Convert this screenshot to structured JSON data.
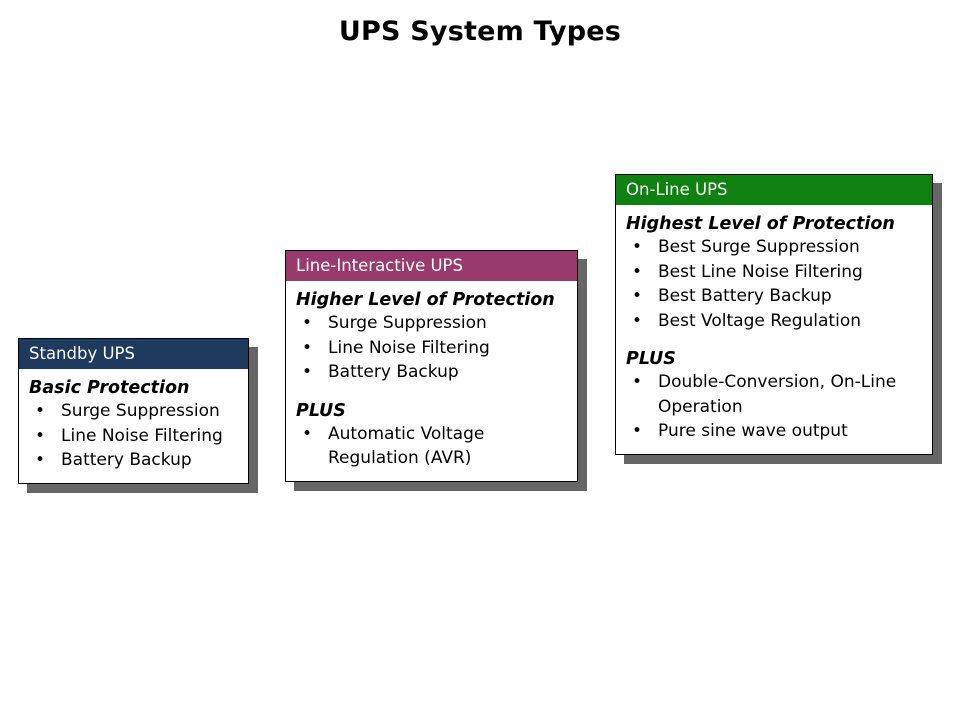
{
  "slide": {
    "title": "UPS System Types",
    "background_color": "#ffffff",
    "title_color": "#000000"
  },
  "cards": [
    {
      "id": "standby",
      "header_label": "Standby UPS",
      "header_color": "#1E3A5F",
      "header_text_color": "#ffffff",
      "sections": [
        {
          "heading": "Basic Protection",
          "bullets": [
            "Surge Suppression",
            "Line Noise Filtering",
            "Battery Backup"
          ]
        }
      ]
    },
    {
      "id": "line-interactive",
      "header_label": "Line-Interactive UPS",
      "header_color": "#993A6D",
      "header_text_color": "#ffffff",
      "sections": [
        {
          "heading": "Higher Level of Protection",
          "bullets": [
            "Surge Suppression",
            "Line Noise Filtering",
            "Battery Backup"
          ]
        },
        {
          "heading": "PLUS",
          "bullets": [
            "Automatic Voltage Regulation (AVR)"
          ]
        }
      ]
    },
    {
      "id": "online",
      "header_label": "On-Line UPS",
      "header_color": "#0E8110",
      "header_text_color": "#ffffff",
      "sections": [
        {
          "heading": "Highest Level of Protection",
          "bullets": [
            "Best Surge Suppression",
            "Best Line Noise Filtering",
            "Best Battery Backup",
            "Best Voltage Regulation"
          ]
        },
        {
          "heading": "PLUS",
          "bullets": [
            "Double-Conversion, On-Line Operation",
            "Pure sine wave output"
          ]
        }
      ]
    }
  ],
  "bullet_glyph": "•"
}
